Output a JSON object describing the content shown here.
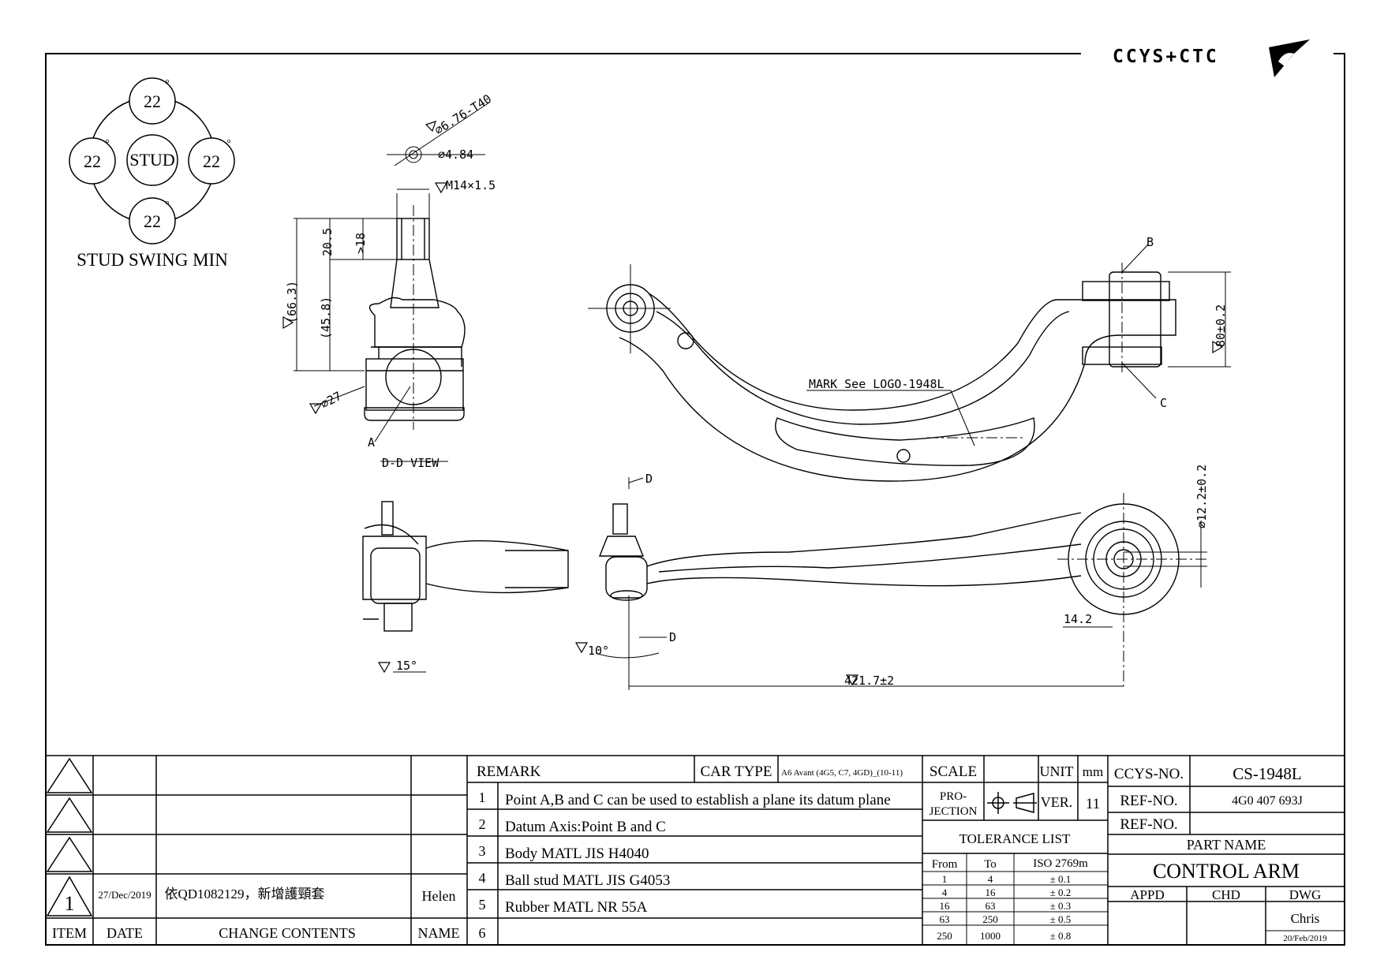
{
  "logo": {
    "text": "CCYS+CTC"
  },
  "stud_swing": {
    "top": "22",
    "left": "22",
    "right": "22",
    "bottom": "22",
    "center": "STUD",
    "degree": "°",
    "caption": "STUD SWING MIN"
  },
  "dd_view": {
    "hex_dim": "∅6.76-T40",
    "hole_dim": "∅4.84",
    "thread_dim": "M14×1.5",
    "dim_20_5": "20.5",
    "dim_18": ">18",
    "dim_66_3": "(66.3)",
    "dim_45_8": "(45.8)",
    "dim_27": "∅27",
    "point_a": "A",
    "title": "D-D VIEW"
  },
  "top_view": {
    "point_b": "B",
    "point_c": "C",
    "mark": "MARK See LOGO-1948L",
    "dim_80": "80±0.2"
  },
  "front_view": {
    "section_d_top": "D",
    "section_d_bottom": "D",
    "dim_12_2": "∅12.2±0.2",
    "dim_14_2": "14.2",
    "angle_10": "10°",
    "dim_421_7": "421.7±2"
  },
  "end_view": {
    "angle_15": "15°"
  },
  "revision_table": {
    "rows": [
      {
        "item": "",
        "date": "",
        "change": "",
        "name": ""
      },
      {
        "item": "",
        "date": "",
        "change": "",
        "name": ""
      },
      {
        "item": "",
        "date": "",
        "change": "",
        "name": ""
      },
      {
        "item": "1",
        "date": "27/Dec/2019",
        "change": "依QD1082129，新增護頸套",
        "name": "Helen"
      }
    ],
    "headers": {
      "item": "ITEM",
      "date": "DATE",
      "change": "CHANGE CONTENTS",
      "name": "NAME"
    }
  },
  "remark": {
    "label": "REMARK",
    "car_type_label": "CAR TYPE",
    "car_type": "A6 Avant (4G5, C7, 4GD)_(10-11)",
    "items": [
      {
        "no": "1",
        "text": "Point A,B and C can be used to establish a plane its datum plane"
      },
      {
        "no": "2",
        "text": "Datum Axis:Point B and C"
      },
      {
        "no": "3",
        "text": "Body MATL JIS H4040"
      },
      {
        "no": "4",
        "text": "Ball stud MATL JIS G4053"
      },
      {
        "no": "5",
        "text": "Rubber MATL NR 55A"
      },
      {
        "no": "6",
        "text": ""
      }
    ]
  },
  "title_block": {
    "scale_label": "SCALE",
    "unit_label": "UNIT",
    "unit": "mm",
    "projection_label_1": "PRO-",
    "projection_label_2": "JECTION",
    "ver_label": "VER.",
    "ver": "11",
    "tolerance_title": "TOLERANCE LIST",
    "tol_headers": {
      "from": "From",
      "to": "To",
      "std": "ISO 2769m"
    },
    "tolerances": [
      {
        "from": "1",
        "to": "4",
        "tol": "± 0.1"
      },
      {
        "from": "4",
        "to": "16",
        "tol": "± 0.2"
      },
      {
        "from": "16",
        "to": "63",
        "tol": "± 0.3"
      },
      {
        "from": "63",
        "to": "250",
        "tol": "± 0.5"
      },
      {
        "from": "250",
        "to": "1000",
        "tol": "± 0.8"
      }
    ],
    "ccys_no_label": "CCYS-NO.",
    "ccys_no": "CS-1948L",
    "ref_no_label_1": "REF-NO.",
    "ref_no_1": "4G0 407 693J",
    "ref_no_label_2": "REF-NO.",
    "ref_no_2": "",
    "part_name_label": "PART NAME",
    "part_name": "CONTROL ARM",
    "appd_label": "APPD",
    "chd_label": "CHD",
    "dwg_label": "DWG",
    "dwg_by": "Chris",
    "dwg_date": "20/Feb/2019"
  }
}
